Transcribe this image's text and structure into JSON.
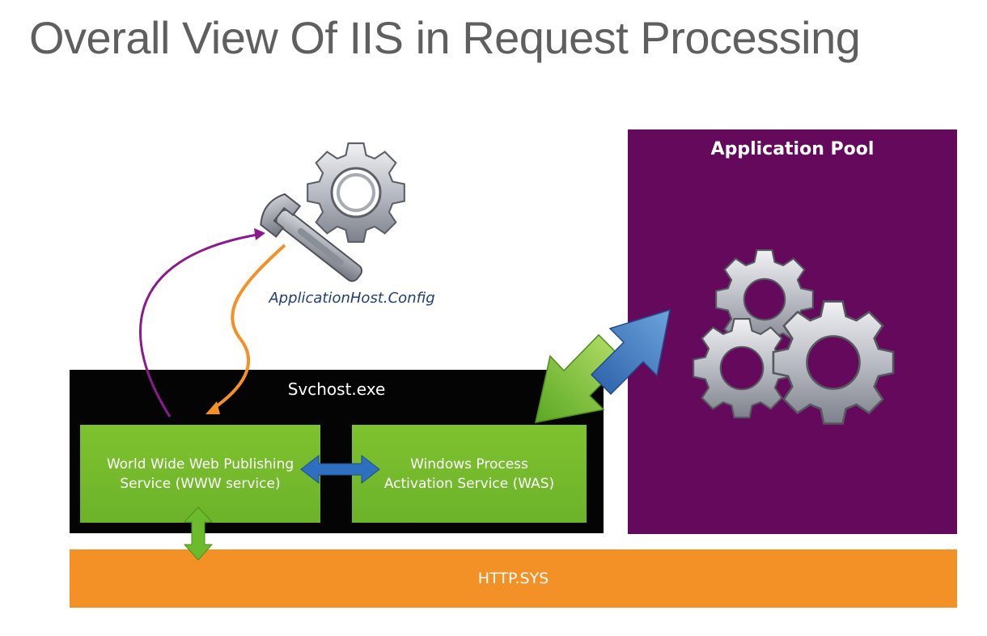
{
  "title": "Overall View Of  IIS in Request Processing",
  "svchost": {
    "label": "Svchost.exe"
  },
  "www_service": {
    "line1": "World Wide Web Publishing",
    "line2": "Service (WWW service)"
  },
  "was_service": {
    "line1": "Windows Process",
    "line2": "Activation Service (WAS)"
  },
  "app_pool": {
    "label": "Application Pool"
  },
  "http_sys": {
    "label": "HTTP.SYS"
  },
  "config": {
    "label": "ApplicationHost.Config"
  },
  "colors": {
    "svchost_bg": "#040404",
    "service_green": "#74b82c",
    "app_pool_purple": "#65095c",
    "http_orange": "#f39126",
    "arrow_purple": "#8b1a8f",
    "arrow_orange": "#f39126",
    "arrow_blue": "#2f6fc0",
    "arrow_green": "#6cbb2c"
  },
  "icons": {
    "config": "gear-wrench-icon",
    "app_pool": "gears-icon"
  }
}
